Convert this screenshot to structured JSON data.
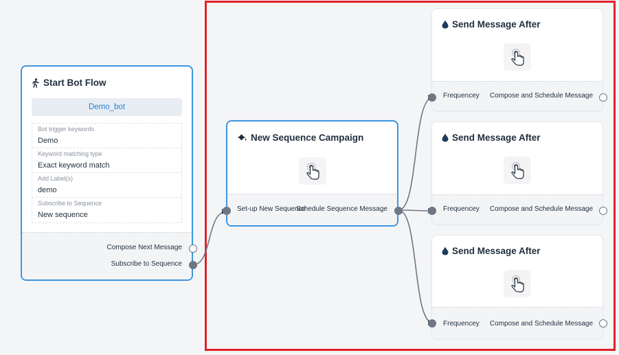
{
  "start_node": {
    "title": "Start Bot Flow",
    "icon": "walking-person-icon",
    "bot_name": "Demo_bot",
    "fields": [
      {
        "label": "Bot trigger keywords",
        "value": "Demo"
      },
      {
        "label": "Keyword matching type",
        "value": "Exact keyword match"
      },
      {
        "label": "Add Label(s)",
        "value": "demo"
      },
      {
        "label": "Subscribe to Sequence",
        "value": "New sequence"
      }
    ],
    "outputs": {
      "compose": "Compose Next Message",
      "subscribe": "Subscribe to Sequence"
    }
  },
  "sequence_node": {
    "title": "New Sequence Campaign",
    "icon": "paint-bucket-icon",
    "input_label": "Set-up New Sequence",
    "output_label": "Schedule Sequence Message"
  },
  "send_nodes": [
    {
      "title": "Send Message After",
      "icon": "drop-icon",
      "input_label": "Frequencey",
      "output_label": "Compose and Schedule Message"
    },
    {
      "title": "Send Message After",
      "icon": "drop-icon",
      "input_label": "Frequencey",
      "output_label": "Compose and Schedule Message"
    },
    {
      "title": "Send Message After",
      "icon": "drop-icon",
      "input_label": "Frequencey",
      "output_label": "Compose and Schedule Message"
    }
  ],
  "colors": {
    "highlight": "#e0202a",
    "selected_border": "#3d95e0",
    "connector": "#6f7782",
    "arrow": "#1f3b5a",
    "canvas": "#f4f5f7"
  }
}
